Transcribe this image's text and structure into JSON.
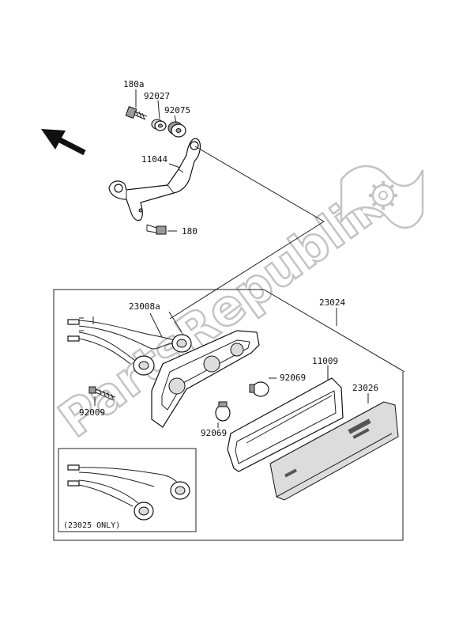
{
  "watermark": {
    "text": "PartsRepublik"
  },
  "labels": {
    "p180a": "180a",
    "p92027": "92027",
    "p92075": "92075",
    "p11044": "11044",
    "p180": "180",
    "p23008a": "23008a",
    "p23024": "23024",
    "p92069_upper": "92069",
    "p11009": "11009",
    "p23026": "23026",
    "p92009": "92009",
    "p92069_lower": "92069"
  },
  "inset": {
    "note": "(23025 ONLY)"
  },
  "colors": {
    "line": "#111111",
    "watermark": "#b9b9b9",
    "lens_fill": "#dcdcdc"
  }
}
